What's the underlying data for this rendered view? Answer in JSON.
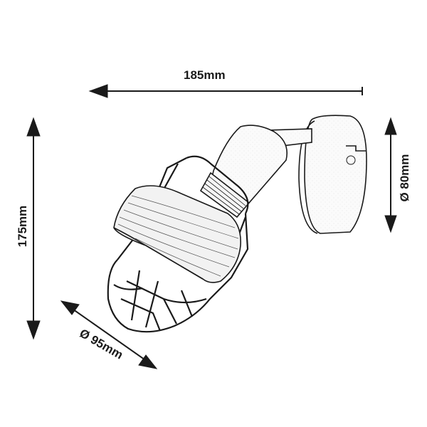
{
  "diagram": {
    "subject": "single wall spotlight with wire cage and rope-wrapped shade",
    "dimensions": {
      "width": {
        "label": "185mm",
        "value": 185,
        "unit": "mm",
        "orientation": "horizontal"
      },
      "height": {
        "label": "175mm",
        "value": 175,
        "unit": "mm",
        "orientation": "vertical"
      },
      "base_diameter": {
        "label": "Ø 80mm",
        "value": 80,
        "unit": "mm",
        "orientation": "vertical"
      },
      "shade_diameter": {
        "label": "Ø 95mm",
        "value": 95,
        "unit": "mm",
        "orientation": "diagonal"
      }
    },
    "colors": {
      "line": "#1a1a1a",
      "background": "#ffffff",
      "fill": "#f4f4f4"
    }
  }
}
